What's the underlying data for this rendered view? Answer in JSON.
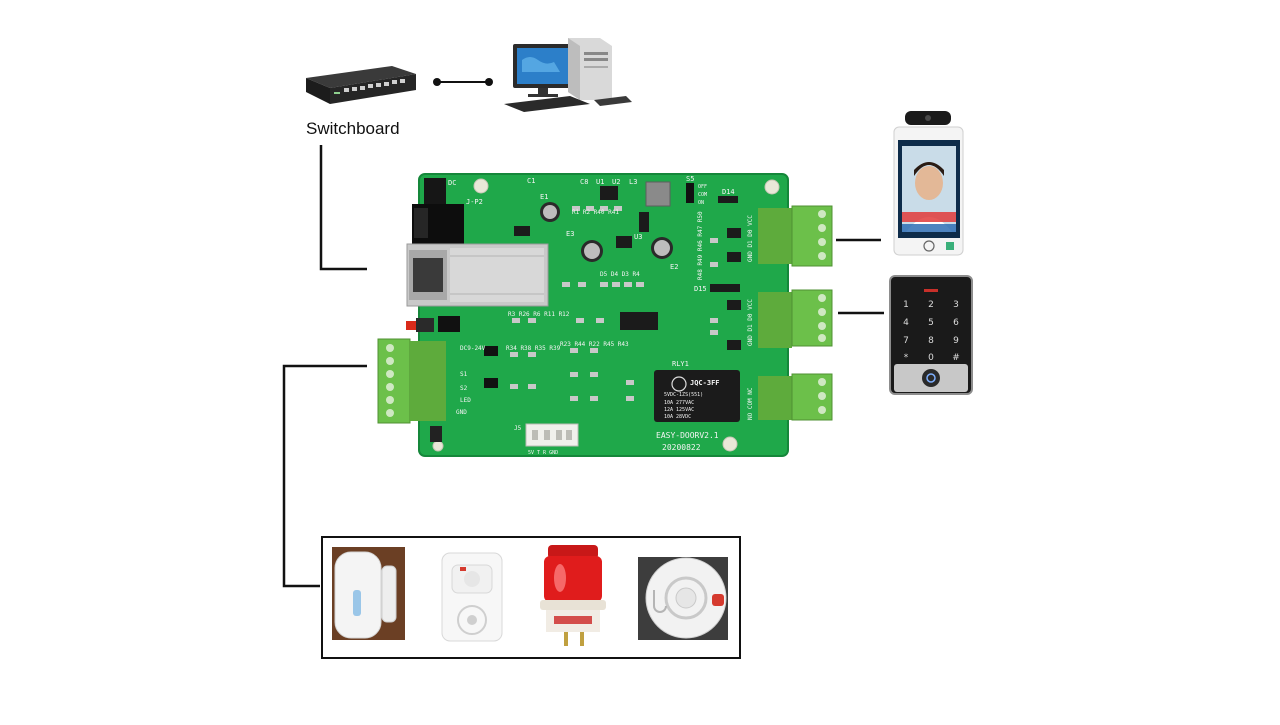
{
  "labels": {
    "switchboard": "Switchboard"
  },
  "board": {
    "model": "EASY-DOORV2.1",
    "date": "20200822",
    "relay": {
      "brand": "JQC-3FF",
      "coil": "5VDC-1ZS(551)",
      "rating1": "10A 277VAC",
      "rating2": "12A 125VAC",
      "rating3": "10A 28VDC"
    },
    "silkscreen": {
      "dc": "DC",
      "jp2": "J-P2",
      "c1": "C1",
      "c8": "C8",
      "e1": "E1",
      "e2": "E2",
      "e3": "E3",
      "u1": "U1",
      "u2": "U2",
      "u3": "U3",
      "l3": "L3",
      "s5": "S5",
      "off": "OFF",
      "com": "COM",
      "on": "ON",
      "d14": "D14",
      "d15": "D15",
      "rly1": "RLY1",
      "j5": "J5",
      "j5_pins": "5V  T  R  GND",
      "gnd": "GND",
      "terminal_w1": "GND D1 D0 VCC",
      "terminal_w2": "GND D1 D0 VCC",
      "terminal_relay": "NO COM NC",
      "r_group1": "R1 R2 R40 R41",
      "r_group2": "D5 D4 D3 R4",
      "r_group3": "R3 R26 R6 R11 R12",
      "r_group4": "R34 R38 R35 R39",
      "r_group5": "R23 R44 R22 R45 R43",
      "r_group6": "R48 R49 R46 R47 R50",
      "input_power": "DC9-24V",
      "in_s1": "S1",
      "in_s2": "S2",
      "in_led": "LED"
    }
  },
  "colors": {
    "pcb": "#1fa84a",
    "pcb_edge": "#15873a",
    "terminal": "#6cc04a",
    "line": "#111111"
  },
  "icons": {
    "switch": "network-switch-icon",
    "pc": "desktop-computer-icon",
    "face": "face-recognition-terminal-icon",
    "keypad": "keypad-reader-icon",
    "door_sensor": "door-sensor-icon",
    "pir": "pir-motion-sensor-icon",
    "alarm": "alarm-siren-icon",
    "smoke": "smoke-detector-icon"
  }
}
